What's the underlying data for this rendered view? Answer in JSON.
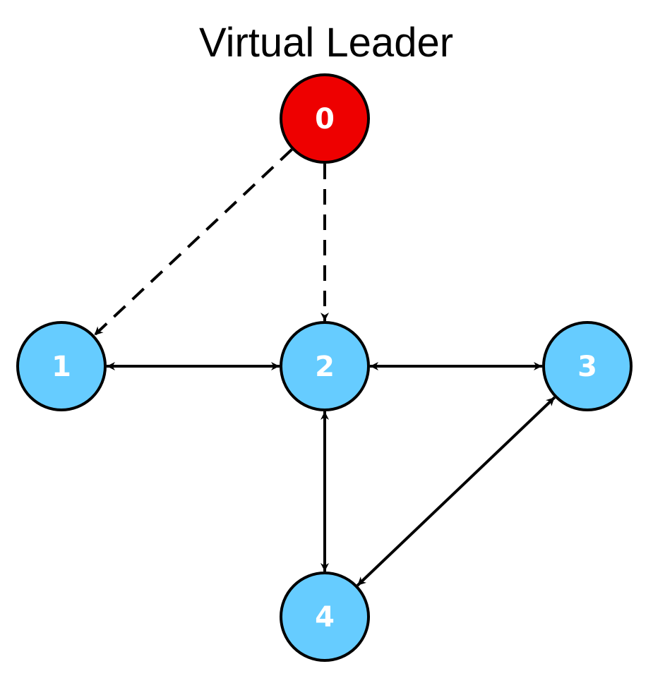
{
  "title": "Virtual Leader",
  "colors": {
    "leader_fill": "#ee0000",
    "follower_fill": "#66ccff",
    "outline": "#000000",
    "label": "#ffffff",
    "edge": "#000000"
  },
  "nodes": [
    {
      "id": "0",
      "label": "0",
      "role": "leader"
    },
    {
      "id": "1",
      "label": "1",
      "role": "follower"
    },
    {
      "id": "2",
      "label": "2",
      "role": "follower"
    },
    {
      "id": "3",
      "label": "3",
      "role": "follower"
    },
    {
      "id": "4",
      "label": "4",
      "role": "follower"
    }
  ],
  "edges": [
    {
      "from": "0",
      "to": "1",
      "style": "dashed",
      "direction": "directed"
    },
    {
      "from": "0",
      "to": "2",
      "style": "dashed",
      "direction": "directed"
    },
    {
      "from": "1",
      "to": "2",
      "style": "solid",
      "direction": "bidirectional"
    },
    {
      "from": "2",
      "to": "3",
      "style": "solid",
      "direction": "bidirectional"
    },
    {
      "from": "2",
      "to": "4",
      "style": "solid",
      "direction": "bidirectional"
    },
    {
      "from": "3",
      "to": "4",
      "style": "solid",
      "direction": "bidirectional"
    }
  ]
}
